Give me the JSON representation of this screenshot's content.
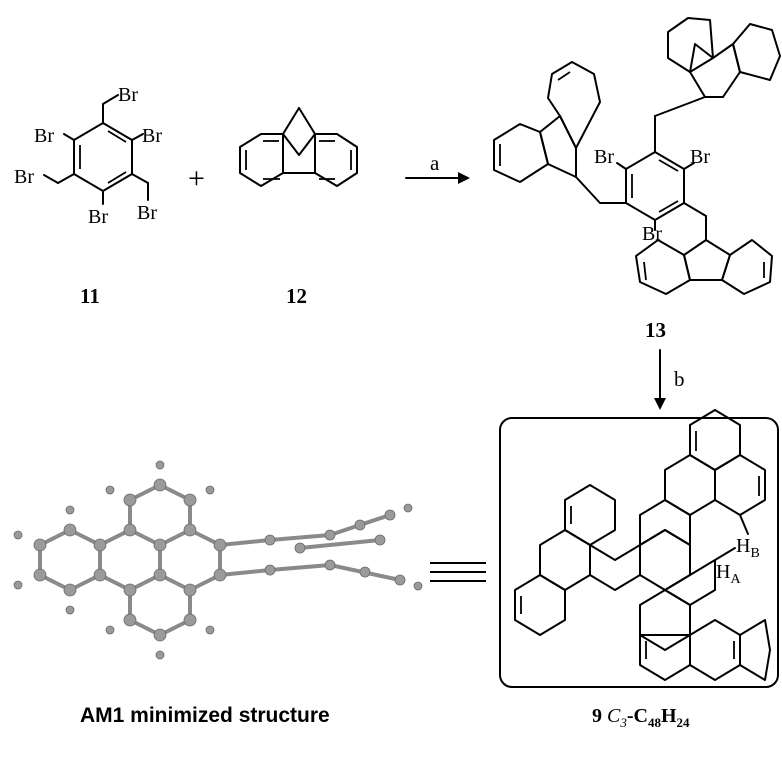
{
  "atoms": {
    "bromine": "Br",
    "h_a": "H",
    "h_a_sub": "A",
    "h_b": "H",
    "h_b_sub": "B"
  },
  "compounds": {
    "c11": "11",
    "c12": "12",
    "c13": "13",
    "c9_num": "9",
    "c9_formula_c": "C",
    "c9_formula_c_sub": "3",
    "c9_formula_dash": "-C",
    "c9_formula_48": "48",
    "c9_formula_h": "H",
    "c9_formula_24": "24"
  },
  "steps": {
    "a": "a",
    "b": "b"
  },
  "symbols": {
    "plus": "+",
    "equiv": "≡"
  },
  "captions": {
    "am1": "AM1 minimized structure"
  }
}
